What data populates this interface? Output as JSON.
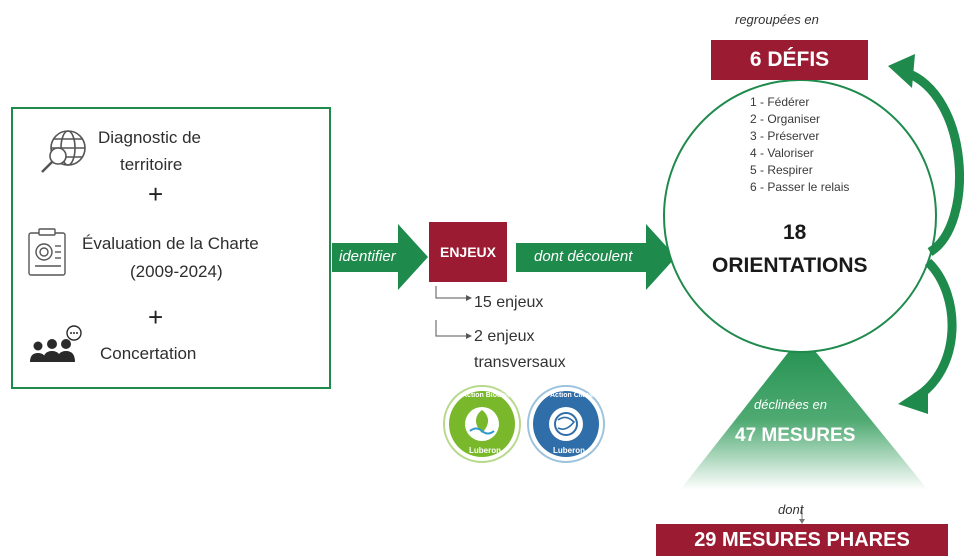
{
  "inputs": {
    "diagnostic_line1": "Diagnostic de",
    "diagnostic_line2": "territoire",
    "plus": "+",
    "evaluation_line1": "Évaluation de la Charte",
    "evaluation_line2": "(2009-2024)",
    "concertation": "Concertation"
  },
  "arrows": {
    "identifier": "identifier",
    "dont_decoulent": "dont découlent",
    "dont": "dont"
  },
  "enjeux": {
    "label": "ENJEUX",
    "item1": "15 enjeux",
    "item2_line1": "2 enjeux",
    "item2_line2": "transversaux"
  },
  "badges": {
    "biodiversite_top": "Action Biodiversité",
    "biodiversite_bottom": "Luberon",
    "climat_top": "Action Climat",
    "climat_bottom": "Luberon"
  },
  "defis": {
    "caption": "regroupées en",
    "label": "6 DÉFIS",
    "items": [
      "1 - Fédérer",
      "2 - Organiser",
      "3 - Préserver",
      "4 - Valoriser",
      "5 - Respirer",
      "6 - Passer le relais"
    ]
  },
  "orientations": {
    "count": "18",
    "label": "ORIENTATIONS"
  },
  "mesures": {
    "caption": "déclinées en",
    "label": "47 MESURES"
  },
  "phares": {
    "label": "29 MESURES PHARES"
  },
  "colors": {
    "green": "#1e8a4c",
    "dark_green": "#1c7a44",
    "red": "#9b1b32"
  }
}
